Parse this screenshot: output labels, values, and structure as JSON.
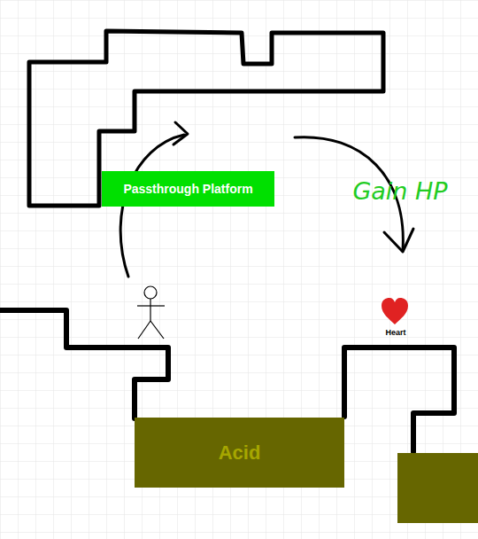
{
  "diagram": {
    "nodes": [
      {
        "text": [
          "Passthrough Platform"
        ]
      },
      {
        "text": [
          "Acid"
        ]
      }
    ],
    "labels": [
      "Gain HP",
      "Heart"
    ]
  }
}
